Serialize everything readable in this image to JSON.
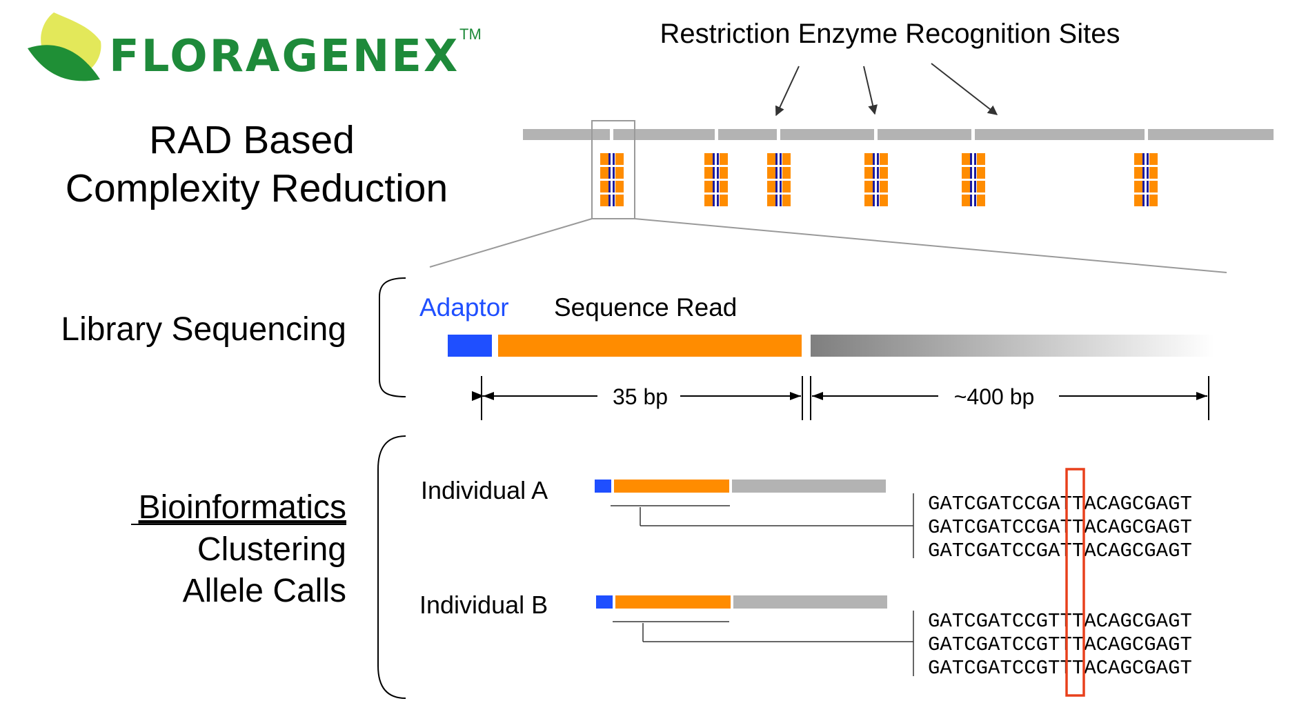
{
  "logo": {
    "name": "FLORAGENEX",
    "trademark": "TM",
    "colors": {
      "text": "#1e8a3a",
      "leaf_dark": "#1f8f36",
      "leaf_light": "#e3e85a"
    }
  },
  "top_label": "Restriction Enzyme Recognition Sites",
  "title": {
    "line1": "RAD Based",
    "line2": "Complexity Reduction"
  },
  "library_sequencing": {
    "label": "Library Sequencing",
    "adaptor_label": "Adaptor",
    "sequence_read_label": "Sequence Read",
    "measure_left": "35 bp",
    "measure_right": "~400 bp"
  },
  "bioinformatics": {
    "lines": [
      "Bioinformatics",
      "Clustering",
      "Allele Calls"
    ]
  },
  "individuals": [
    {
      "label": "Individual A",
      "reads": [
        {
          "left": "GATCGATCCG",
          "snp": "A",
          "right": "TTACAGCGAGT"
        },
        {
          "left": "GATCGATCCG",
          "snp": "A",
          "right": "TTACAGCGAGT"
        },
        {
          "left": "GATCGATCCG",
          "snp": "A",
          "right": "TTACAGCGAGT"
        }
      ]
    },
    {
      "label": "Individual B",
      "reads": [
        {
          "left": "GATCGATCCG",
          "snp": "T",
          "right": "TTACAGCGAGT"
        },
        {
          "left": "GATCGATCCG",
          "snp": "T",
          "right": "TTACAGCGAGT"
        },
        {
          "left": "GATCGATCCG",
          "snp": "T",
          "right": "TTACAGCGAGT"
        }
      ]
    }
  ],
  "colors": {
    "adaptor": "#1f4fff",
    "read": "#ff8c00",
    "genome": "#b3b3b3",
    "snp_box": "#e8401c",
    "fragment_blue": "#1b1ba0"
  }
}
